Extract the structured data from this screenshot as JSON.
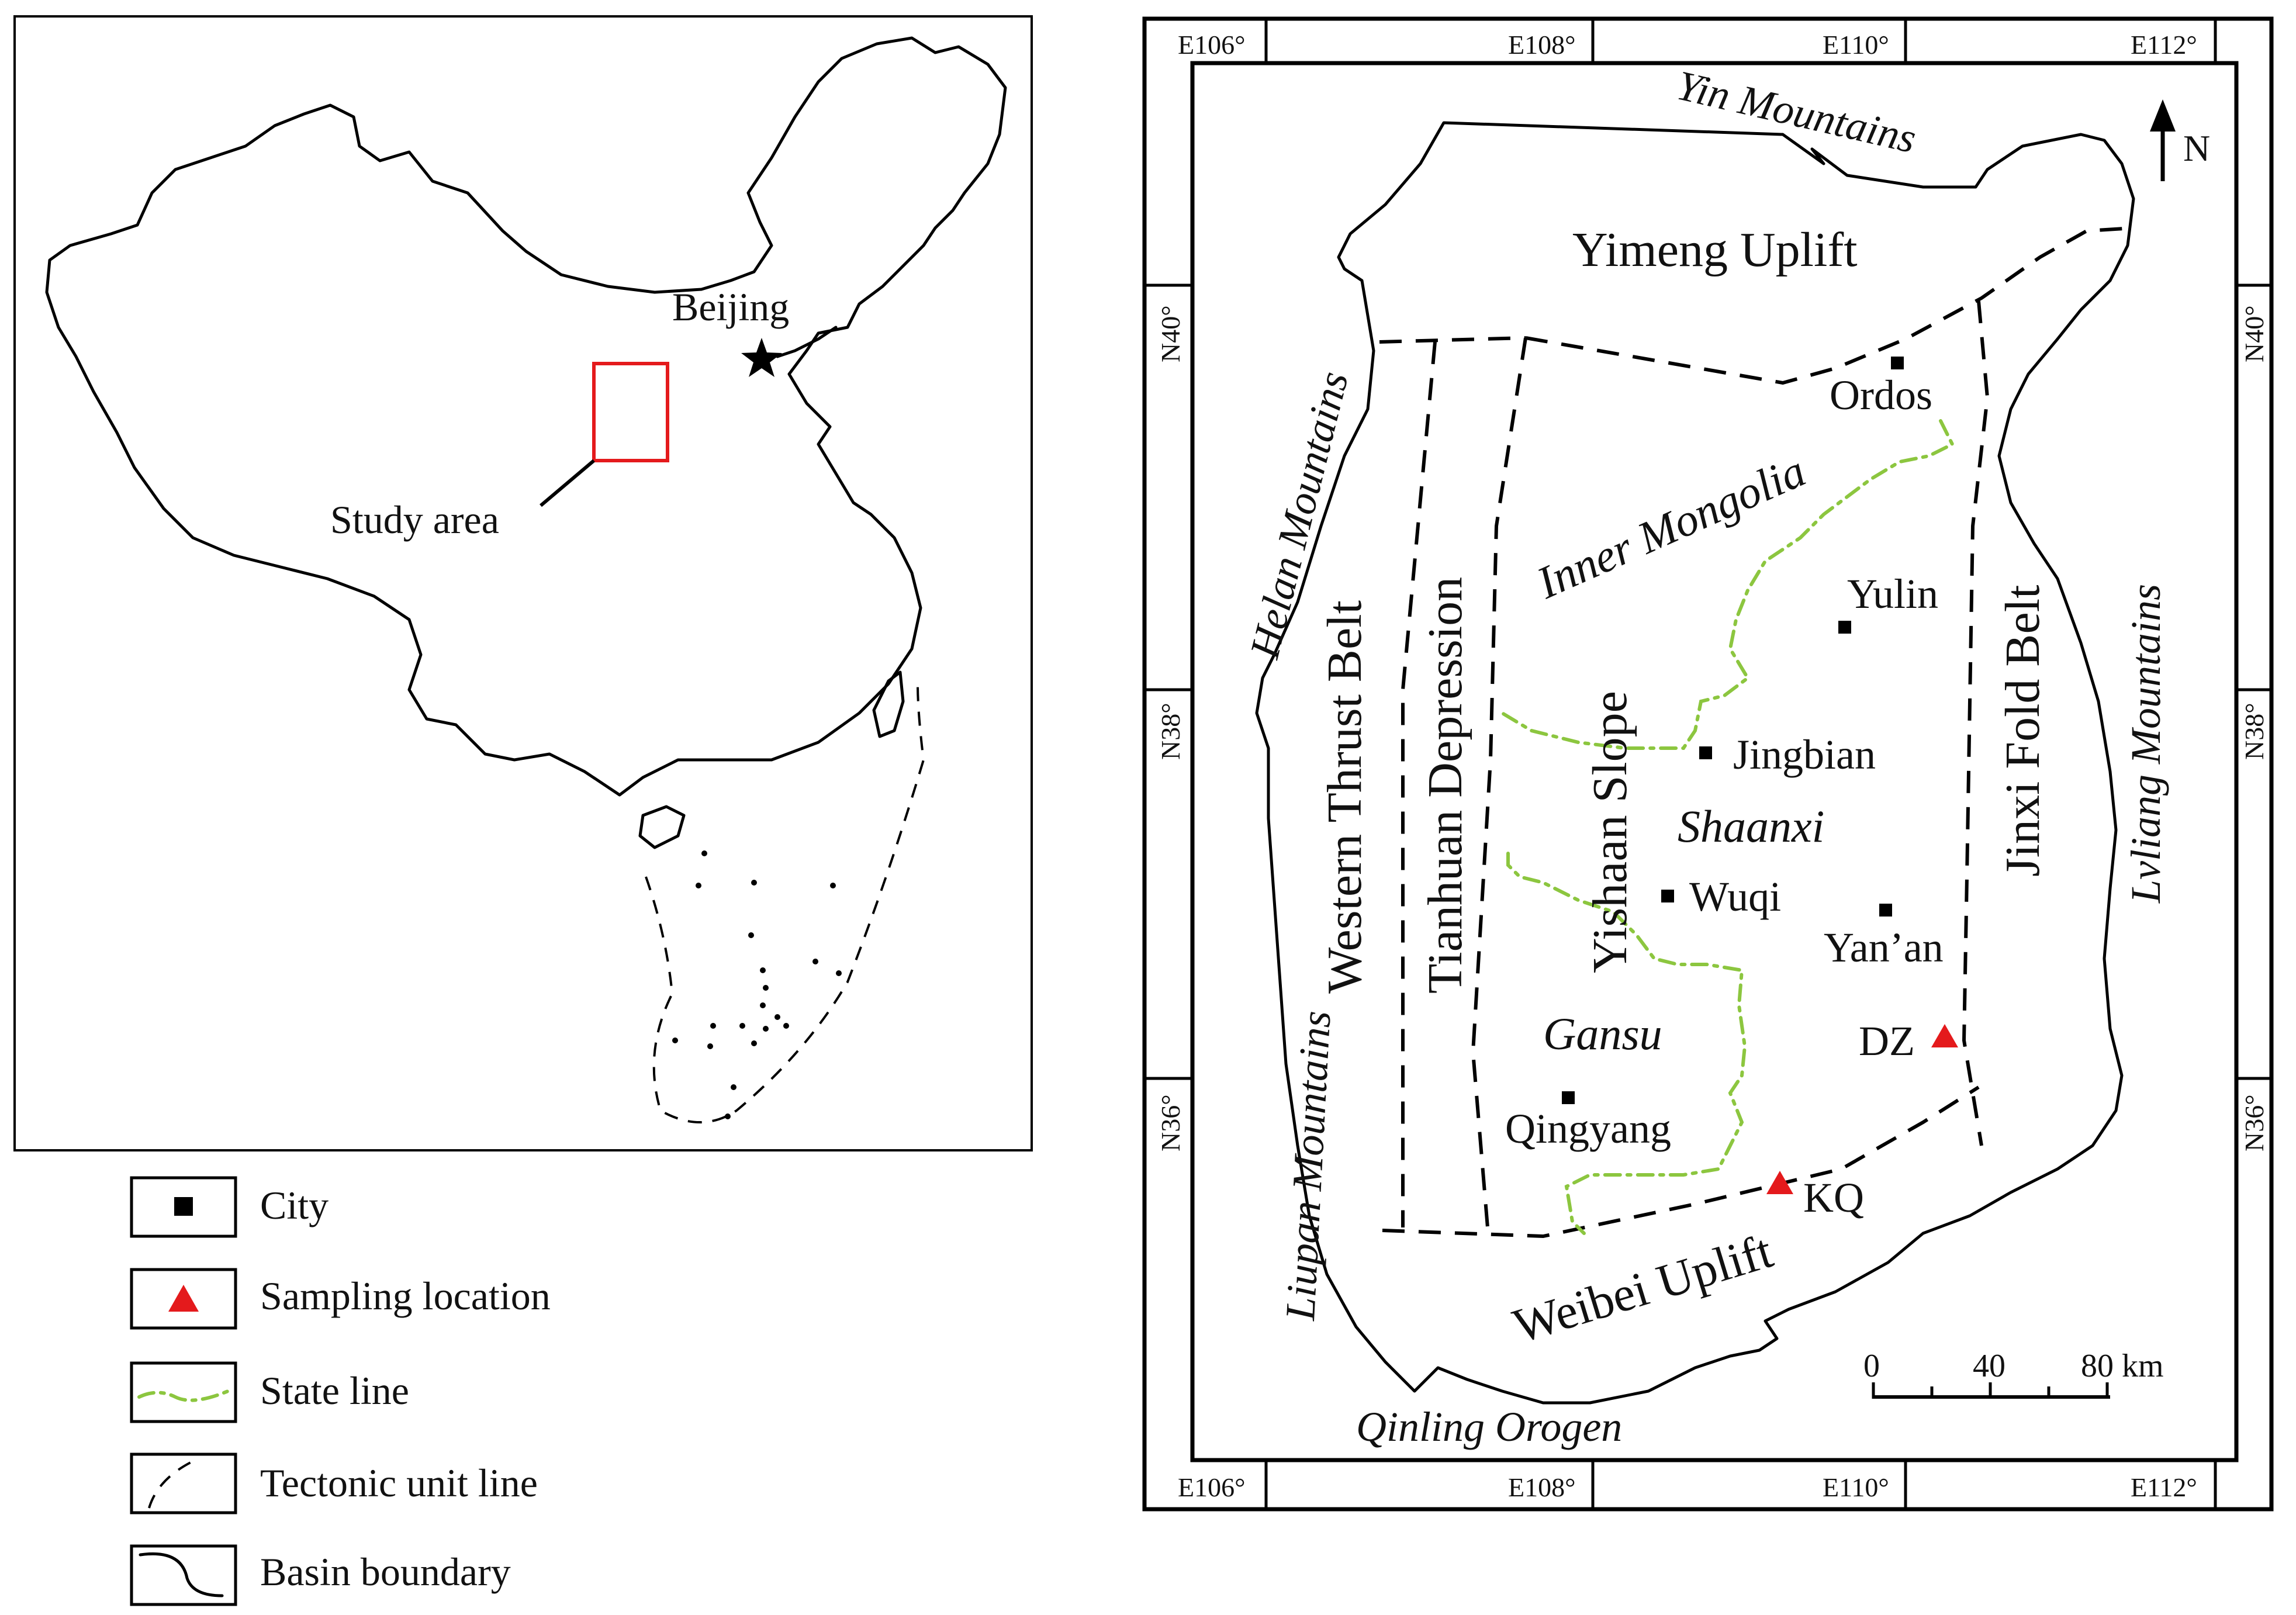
{
  "overview_map": {
    "capital": "Beijing",
    "study_area_label": "Study area",
    "study_area_color": "#e41a1c"
  },
  "legend": [
    {
      "symbol": "city-square-icon",
      "label": "City"
    },
    {
      "symbol": "red-triangle-icon",
      "label": "Sampling location",
      "color": "#e41a1c"
    },
    {
      "symbol": "green-dash-dot-line-icon",
      "label": "State line",
      "color": "#8cc63f"
    },
    {
      "symbol": "dashed-line-icon",
      "label": "Tectonic unit line"
    },
    {
      "symbol": "solid-curve-icon",
      "label": "Basin boundary"
    }
  ],
  "basin_map": {
    "longitudes": [
      "E106°",
      "E108°",
      "E110°",
      "E112°"
    ],
    "latitudes": [
      "N40°",
      "N38°",
      "N36°"
    ],
    "north_label": "N",
    "scale": {
      "ticks": [
        "0",
        "40",
        "80 km"
      ]
    },
    "tectonic_units": [
      "Yimeng Uplift",
      "Western Thrust Belt",
      "Tianhuan Depression",
      "Yishaan Slope",
      "Jinxi Fold Belt",
      "Weibei Uplift"
    ],
    "mountains": [
      "Yin Mountains",
      "Helan Mountains",
      "Lvliang Mountains",
      "Liupan Mountains",
      "Qinling Orogen"
    ],
    "provinces": [
      "Inner Mongolia",
      "Shaanxi",
      "Gansu"
    ],
    "cities": [
      "Ordos",
      "Yulin",
      "Jingbian",
      "Wuqi",
      "Yan’an",
      "Qingyang"
    ],
    "samples": [
      "DZ",
      "KQ"
    ],
    "sample_color": "#e41a1c",
    "state_line_color": "#8cc63f"
  }
}
